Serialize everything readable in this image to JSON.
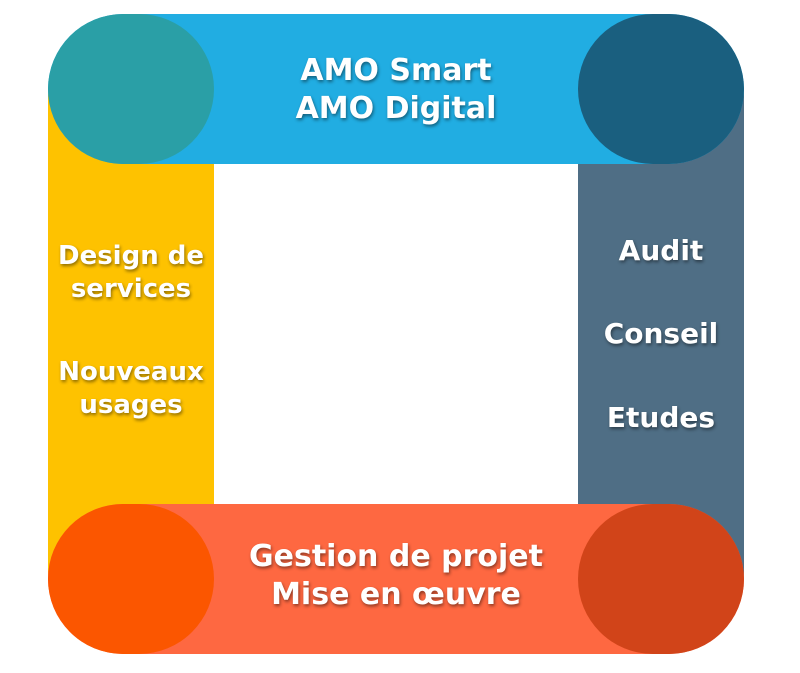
{
  "colors": {
    "top": "#21ade2",
    "left": "#fec200",
    "right": "#4f6e85",
    "bottom": "#fe6841"
  },
  "top": {
    "line1": "AMO Smart",
    "line2": "AMO Digital"
  },
  "left": {
    "group1_line1": "Design de",
    "group1_line2": "services",
    "group2_line1": "Nouveaux",
    "group2_line2": "usages"
  },
  "right": {
    "item1": "Audit",
    "item2": "Conseil",
    "item3": "Etudes"
  },
  "bottom": {
    "line1": "Gestion de projet",
    "line2": "Mise en œuvre"
  }
}
